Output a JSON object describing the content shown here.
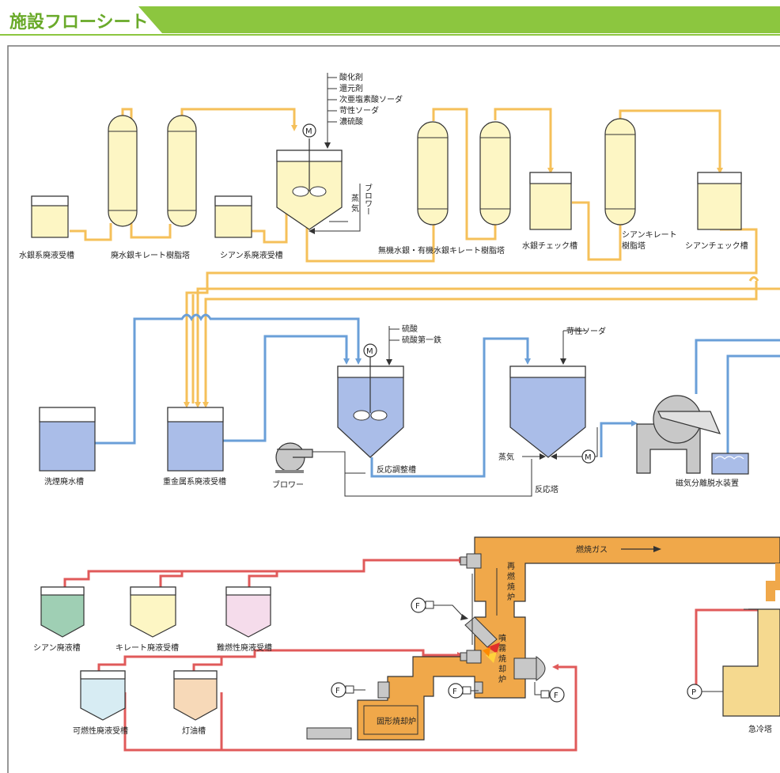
{
  "header": {
    "title": "施設フローシート"
  },
  "colors": {
    "header_green": "#8cc63f",
    "title_green": "#6aaa2a",
    "yellow_line": "#f5c05a",
    "blue_line": "#6a9fd8",
    "red_line": "#e05a5a",
    "yellow_fill": "#fdf6c4",
    "blue_fill": "#aabde8",
    "incinerator": "#f0a84a",
    "gray": "#c8c8c8"
  },
  "labels": {
    "mercury_tank": "水銀系廃液受槽",
    "hg_chelate_tower": "廃水銀キレート樹脂塔",
    "cyan_tank": "シアン系廃液受槽",
    "inorganic_tower": "無機水銀・有機水銀キレート樹脂塔",
    "hg_check": "水銀チェック槽",
    "cyan_chelate_l1": "シアンキレート",
    "cyan_chelate_l2": "樹脂塔",
    "cyan_check": "シアンチェック槽",
    "chem1": [
      "酸化剤",
      "還元剤",
      "次亜塩素酸ソーダ",
      "苛性ソーダ",
      "濃硫酸"
    ],
    "blower_v": "ブロワー",
    "steam_v": "蒸気",
    "wash_tank": "洗煙廃水槽",
    "heavy_metal_tank": "重金属系廃液受槽",
    "chem2": [
      "硫酸",
      "硫酸第一鉄"
    ],
    "caustic": "苛性ソーダ",
    "adjust_tank": "反応調整槽",
    "blower": "ブロワー",
    "steam2": "蒸気",
    "reaction_tower": "反応塔",
    "magnetic": "磁気分離脱水装置",
    "cyan_waste": "シアン廃液槽",
    "chelate_waste": "キレート廃液受槽",
    "nonflam": "難燃性廃液受槽",
    "flam": "可燃性廃液受槽",
    "kerosene": "灯油槽",
    "reburn": [
      "再",
      "燃",
      "焼",
      "炉"
    ],
    "spray": [
      "噴",
      "霧",
      "焼",
      "却",
      "炉"
    ],
    "solid": "固形焼却炉",
    "gas": "燃焼ガス",
    "quench": "急冷塔",
    "motor": "M",
    "fan": "F",
    "pump": "P"
  }
}
